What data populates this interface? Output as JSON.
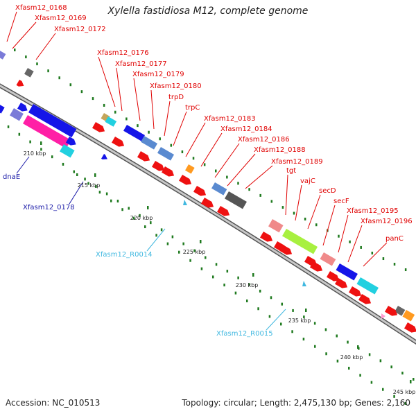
{
  "title": "Xylella fastidiosa M12, complete genome",
  "footer": {
    "accession": "Accession: NC_010513",
    "topology": "Topology: circular; Length: 2,475,130 bp; Genes: 2,160"
  },
  "colors": {
    "backbone": "#8c8c8c",
    "tick": "#1f7a1f",
    "red_label": "#e00000",
    "blue_label": "#1a1aa8",
    "cyan_label": "#40b8e0"
  },
  "kbp_labels": [
    "210 kbp",
    "215 kbp",
    "220 kbp",
    "225 kbp",
    "230 kbp",
    "235 kbp",
    "240 kbp",
    "245 kbp"
  ],
  "top_labels": [
    "Xfasm12_0168",
    "Xfasm12_0169",
    "Xfasm12_0172",
    "Xfasm12_0176",
    "Xfasm12_0177",
    "Xfasm12_0179",
    "Xfasm12_0180",
    "trpD",
    "trpC",
    "Xfasm12_0183",
    "Xfasm12_0184",
    "Xfasm12_0186",
    "Xfasm12_0188",
    "Xfasm12_0189",
    "tgt",
    "vajC",
    "secD",
    "secF",
    "Xfasm12_0195",
    "Xfasm12_0196",
    "panC"
  ],
  "bottom_labels": [
    "dnaE",
    "Xfasm12_0178",
    "Xfasm12_R0014",
    "Xfasm12_R0015"
  ]
}
